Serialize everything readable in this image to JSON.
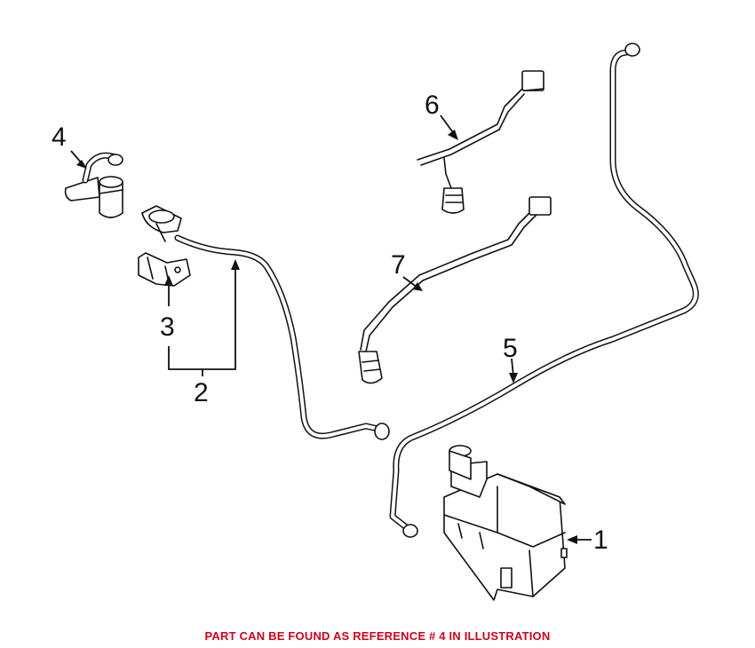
{
  "callouts": [
    {
      "id": "1",
      "label": "1"
    },
    {
      "id": "2",
      "label": "2"
    },
    {
      "id": "3",
      "label": "3"
    },
    {
      "id": "4",
      "label": "4"
    },
    {
      "id": "5",
      "label": "5"
    },
    {
      "id": "6",
      "label": "6"
    },
    {
      "id": "7",
      "label": "7"
    }
  ],
  "caption": "PART CAN BE FOUND AS REFERENCE # 4 IN ILLUSTRATION",
  "colors": {
    "caption": "#d0021b",
    "line": "#111111",
    "background": "#ffffff"
  }
}
